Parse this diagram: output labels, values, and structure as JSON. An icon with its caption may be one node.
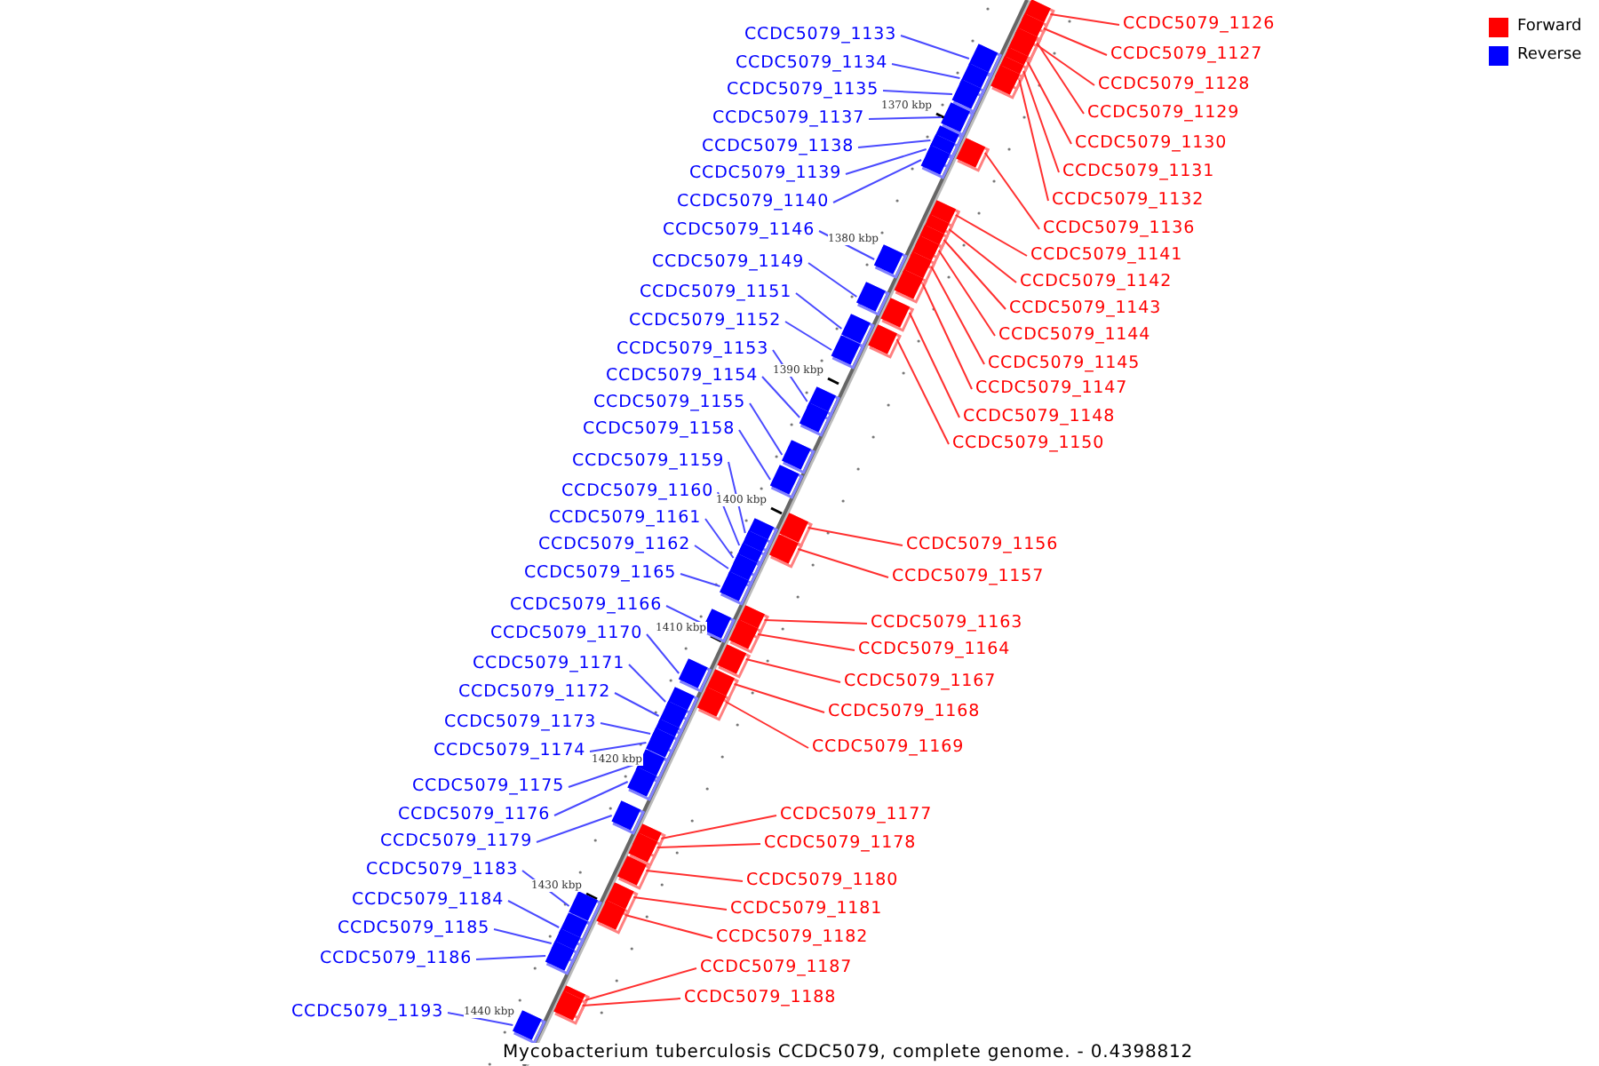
{
  "diagram": {
    "caption": "Mycobacterium tuberculosis CCDC5079, complete genome. - 0.4398812",
    "nodes": [
      {
        "text": [
          "CCDC5079_1126"
        ]
      },
      {
        "text": [
          "CCDC5079_1133"
        ]
      },
      {
        "text": [
          "CCDC5079_1127"
        ]
      },
      {
        "text": [
          "CCDC5079_1134"
        ]
      },
      {
        "text": [
          "CCDC5079_1128"
        ]
      },
      {
        "text": [
          "CCDC5079_1135"
        ]
      },
      {
        "text": [
          "CCDC5079_1129"
        ]
      },
      {
        "text": [
          "CCDC5079_1137"
        ]
      },
      {
        "text": [
          "CCDC5079_1130"
        ]
      },
      {
        "text": [
          "CCDC5079_1138"
        ]
      },
      {
        "text": [
          "CCDC5079_1131"
        ]
      },
      {
        "text": [
          "CCDC5079_1139"
        ]
      },
      {
        "text": [
          "CCDC5079_1132"
        ]
      },
      {
        "text": [
          "CCDC5079_1140"
        ]
      },
      {
        "text": [
          "CCDC5079_1136"
        ]
      },
      {
        "text": [
          "CCDC5079_1146"
        ]
      },
      {
        "text": [
          "CCDC5079_1141"
        ]
      },
      {
        "text": [
          "CCDC5079_1149"
        ]
      },
      {
        "text": [
          "CCDC5079_1142"
        ]
      },
      {
        "text": [
          "CCDC5079_1151"
        ]
      },
      {
        "text": [
          "CCDC5079_1143"
        ]
      },
      {
        "text": [
          "CCDC5079_1152"
        ]
      },
      {
        "text": [
          "CCDC5079_1144"
        ]
      },
      {
        "text": [
          "CCDC5079_1153"
        ]
      },
      {
        "text": [
          "CCDC5079_1145"
        ]
      },
      {
        "text": [
          "CCDC5079_1154"
        ]
      },
      {
        "text": [
          "CCDC5079_1147"
        ]
      },
      {
        "text": [
          "CCDC5079_1155"
        ]
      },
      {
        "text": [
          "CCDC5079_1148"
        ]
      },
      {
        "text": [
          "CCDC5079_1158"
        ]
      },
      {
        "text": [
          "CCDC5079_1150"
        ]
      },
      {
        "text": [
          "CCDC5079_1159"
        ]
      },
      {
        "text": [
          "CCDC5079_1160"
        ]
      },
      {
        "text": [
          "CCDC5079_1161"
        ]
      },
      {
        "text": [
          "CCDC5079_1162"
        ]
      },
      {
        "text": [
          "CCDC5079_1156"
        ]
      },
      {
        "text": [
          "CCDC5079_1165"
        ]
      },
      {
        "text": [
          "CCDC5079_1157"
        ]
      },
      {
        "text": [
          "CCDC5079_1166"
        ]
      },
      {
        "text": [
          "CCDC5079_1163"
        ]
      },
      {
        "text": [
          "CCDC5079_1170"
        ]
      },
      {
        "text": [
          "CCDC5079_1164"
        ]
      },
      {
        "text": [
          "CCDC5079_1171"
        ]
      },
      {
        "text": [
          "CCDC5079_1167"
        ]
      },
      {
        "text": [
          "CCDC5079_1172"
        ]
      },
      {
        "text": [
          "CCDC5079_1168"
        ]
      },
      {
        "text": [
          "CCDC5079_1173"
        ]
      },
      {
        "text": [
          "CCDC5079_1169"
        ]
      },
      {
        "text": [
          "CCDC5079_1174"
        ]
      },
      {
        "text": [
          "CCDC5079_1175"
        ]
      },
      {
        "text": [
          "CCDC5079_1176"
        ]
      },
      {
        "text": [
          "CCDC5079_1177"
        ]
      },
      {
        "text": [
          "CCDC5079_1179"
        ]
      },
      {
        "text": [
          "CCDC5079_1178"
        ]
      },
      {
        "text": [
          "CCDC5079_1183"
        ]
      },
      {
        "text": [
          "CCDC5079_1180"
        ]
      },
      {
        "text": [
          "CCDC5079_1184"
        ]
      },
      {
        "text": [
          "CCDC5079_1181"
        ]
      },
      {
        "text": [
          "CCDC5079_1185"
        ]
      },
      {
        "text": [
          "CCDC5079_1182"
        ]
      },
      {
        "text": [
          "CCDC5079_1186"
        ]
      },
      {
        "text": [
          "CCDC5079_1187"
        ]
      },
      {
        "text": [
          "CCDC5079_1188"
        ]
      },
      {
        "text": [
          "CCDC5079_1193"
        ]
      },
      {
        "text": [],
        "shape": "box"
      },
      {
        "text": [],
        "shape": "box"
      },
      {
        "text": [],
        "shape": "box"
      },
      {
        "text": [],
        "shape": "box"
      },
      {
        "text": [],
        "shape": "box"
      },
      {
        "text": [],
        "shape": "box"
      },
      {
        "text": [],
        "shape": "box"
      },
      {
        "text": [],
        "shape": "box"
      },
      {
        "text": [],
        "shape": "box"
      },
      {
        "text": [],
        "shape": "box"
      },
      {
        "text": [],
        "shape": "box"
      },
      {
        "text": [],
        "shape": "box"
      },
      {
        "text": [],
        "shape": "box"
      },
      {
        "text": [],
        "shape": "box"
      },
      {
        "text": [],
        "shape": "box"
      },
      {
        "text": [],
        "shape": "box"
      },
      {
        "text": [],
        "shape": "box"
      },
      {
        "text": [],
        "shape": "box"
      },
      {
        "text": [],
        "shape": "box"
      },
      {
        "text": [],
        "shape": "box"
      },
      {
        "text": [],
        "shape": "box"
      },
      {
        "text": [],
        "shape": "box"
      },
      {
        "text": [],
        "shape": "box"
      },
      {
        "text": [],
        "shape": "box"
      },
      {
        "text": [],
        "shape": "box"
      },
      {
        "text": [],
        "shape": "box"
      },
      {
        "text": [],
        "shape": "box"
      },
      {
        "text": [],
        "shape": "box"
      },
      {
        "text": [],
        "shape": "box"
      },
      {
        "text": [],
        "shape": "box"
      },
      {
        "text": [],
        "shape": "box"
      },
      {
        "text": [],
        "shape": "box"
      },
      {
        "text": [],
        "shape": "box"
      },
      {
        "text": [],
        "shape": "box"
      },
      {
        "text": [],
        "shape": "box"
      },
      {
        "text": [],
        "shape": "box"
      },
      {
        "text": [],
        "shape": "box"
      },
      {
        "text": [],
        "shape": "box"
      },
      {
        "text": [],
        "shape": "box"
      },
      {
        "text": [],
        "shape": "box"
      },
      {
        "text": [],
        "shape": "box"
      },
      {
        "text": [],
        "shape": "box"
      },
      {
        "text": [],
        "shape": "box"
      },
      {
        "text": [],
        "shape": "box"
      },
      {
        "text": [],
        "shape": "box"
      },
      {
        "text": [],
        "shape": "box"
      },
      {
        "text": [],
        "shape": "box"
      },
      {
        "text": [],
        "shape": "box"
      },
      {
        "text": [],
        "shape": "box"
      },
      {
        "text": [],
        "shape": "box"
      },
      {
        "text": [],
        "shape": "box"
      },
      {
        "text": [],
        "shape": "box"
      },
      {
        "text": [],
        "shape": "box"
      },
      {
        "text": [],
        "shape": "box"
      },
      {
        "text": [],
        "shape": "box"
      },
      {
        "text": [],
        "shape": "box"
      },
      {
        "text": [],
        "shape": "box"
      },
      {
        "text": [],
        "shape": "box"
      },
      {
        "text": [],
        "shape": "box"
      },
      {
        "text": [],
        "shape": "box"
      },
      {
        "text": [],
        "shape": "box"
      },
      {
        "text": [],
        "shape": "box"
      },
      {
        "text": [],
        "shape": "box"
      },
      {
        "text": [],
        "shape": "box"
      }
    ],
    "edges": [
      {
        "from": 0,
        "to": 64,
        "arrow": "none",
        "color": "#ff3030"
      },
      {
        "from": 1,
        "to": 65,
        "arrow": "none"
      },
      {
        "from": 2,
        "to": 66,
        "arrow": "none",
        "color": "#ff3030"
      },
      {
        "from": 3,
        "to": 67,
        "arrow": "none"
      },
      {
        "from": 4,
        "to": 68,
        "arrow": "none",
        "color": "#ff3030"
      },
      {
        "from": 5,
        "to": 69,
        "arrow": "none"
      },
      {
        "from": 6,
        "to": 70,
        "arrow": "none",
        "color": "#ff3030"
      },
      {
        "from": 7,
        "to": 71,
        "arrow": "none"
      },
      {
        "from": 8,
        "to": 72,
        "arrow": "none",
        "color": "#ff3030"
      },
      {
        "from": 9,
        "to": 73,
        "arrow": "none"
      },
      {
        "from": 10,
        "to": 74,
        "arrow": "none",
        "color": "#ff3030"
      },
      {
        "from": 11,
        "to": 75,
        "arrow": "none"
      },
      {
        "from": 12,
        "to": 76,
        "arrow": "none",
        "color": "#ff3030"
      },
      {
        "from": 13,
        "to": 77,
        "arrow": "none"
      },
      {
        "from": 14,
        "to": 78,
        "arrow": "none",
        "color": "#ff3030"
      },
      {
        "from": 15,
        "to": 79,
        "arrow": "none"
      },
      {
        "from": 16,
        "to": 80,
        "arrow": "none",
        "color": "#ff3030"
      },
      {
        "from": 17,
        "to": 81,
        "arrow": "none"
      },
      {
        "from": 18,
        "to": 82,
        "arrow": "none",
        "color": "#ff3030"
      },
      {
        "from": 19,
        "to": 83,
        "arrow": "none"
      },
      {
        "from": 20,
        "to": 84,
        "arrow": "none",
        "color": "#ff3030"
      },
      {
        "from": 21,
        "to": 85,
        "arrow": "none"
      },
      {
        "from": 22,
        "to": 86,
        "arrow": "none",
        "color": "#ff3030"
      },
      {
        "from": 23,
        "to": 87,
        "arrow": "none"
      },
      {
        "from": 24,
        "to": 88,
        "arrow": "none",
        "color": "#ff3030"
      },
      {
        "from": 25,
        "to": 89,
        "arrow": "none"
      },
      {
        "from": 26,
        "to": 90,
        "arrow": "none",
        "color": "#ff3030"
      },
      {
        "from": 27,
        "to": 91,
        "arrow": "none"
      },
      {
        "from": 28,
        "to": 92,
        "arrow": "none",
        "color": "#ff3030"
      },
      {
        "from": 29,
        "to": 93,
        "arrow": "none"
      },
      {
        "from": 30,
        "to": 94,
        "arrow": "none",
        "color": "#ff3030"
      },
      {
        "from": 31,
        "to": 95,
        "arrow": "none"
      },
      {
        "from": 32,
        "to": 96,
        "arrow": "none"
      },
      {
        "from": 33,
        "to": 97,
        "arrow": "none"
      },
      {
        "from": 34,
        "to": 98,
        "arrow": "none"
      },
      {
        "from": 35,
        "to": 99,
        "arrow": "none",
        "color": "#ff3030"
      },
      {
        "from": 36,
        "to": 100,
        "arrow": "none"
      },
      {
        "from": 37,
        "to": 101,
        "arrow": "none",
        "color": "#ff3030"
      },
      {
        "from": 38,
        "to": 102,
        "arrow": "none"
      },
      {
        "from": 39,
        "to": 103,
        "arrow": "none",
        "color": "#ff3030"
      },
      {
        "from": 40,
        "to": 104,
        "arrow": "none"
      },
      {
        "from": 41,
        "to": 105,
        "arrow": "none",
        "color": "#ff3030"
      },
      {
        "from": 42,
        "to": 106,
        "arrow": "none"
      },
      {
        "from": 43,
        "to": 107,
        "arrow": "none",
        "color": "#ff3030"
      },
      {
        "from": 44,
        "to": 108,
        "arrow": "none"
      },
      {
        "from": 45,
        "to": 109,
        "arrow": "none",
        "color": "#ff3030"
      },
      {
        "from": 46,
        "to": 110,
        "arrow": "none"
      },
      {
        "from": 47,
        "to": 111,
        "arrow": "none",
        "color": "#ff3030"
      },
      {
        "from": 48,
        "to": 112,
        "arrow": "none"
      },
      {
        "from": 49,
        "to": 113,
        "arrow": "none"
      },
      {
        "from": 50,
        "to": 114,
        "arrow": "none"
      },
      {
        "from": 51,
        "to": 115,
        "arrow": "none",
        "color": "#ff3030"
      },
      {
        "from": 52,
        "to": 116,
        "arrow": "none"
      },
      {
        "from": 53,
        "to": 117,
        "arrow": "none",
        "color": "#ff3030"
      },
      {
        "from": 54,
        "to": 118,
        "arrow": "none"
      },
      {
        "from": 55,
        "to": 119,
        "arrow": "none",
        "color": "#ff3030"
      },
      {
        "from": 56,
        "to": 120,
        "arrow": "none"
      },
      {
        "from": 57,
        "to": 121,
        "arrow": "none",
        "color": "#ff3030"
      },
      {
        "from": 58,
        "to": 122,
        "arrow": "none"
      },
      {
        "from": 59,
        "to": 123,
        "arrow": "none",
        "color": "#ff3030"
      },
      {
        "from": 60,
        "to": 124,
        "arrow": "none"
      },
      {
        "from": 61,
        "to": 125,
        "arrow": "none",
        "color": "#ff3030"
      },
      {
        "from": 62,
        "to": 126,
        "arrow": "none",
        "color": "#ff3030"
      },
      {
        "from": 63,
        "to": 127,
        "arrow": "none"
      }
    ],
    "labels": [
      "1370 kbp",
      "1380 kbp",
      "1390 kbp",
      "1400 kbp",
      "1410 kbp",
      "1420 kbp",
      "1430 kbp",
      "1440 kbp"
    ],
    "legend": [
      {
        "text": "Forward",
        "color": "#ff0000"
      },
      {
        "text": "Reverse",
        "color": "#0000ff"
      }
    ]
  }
}
